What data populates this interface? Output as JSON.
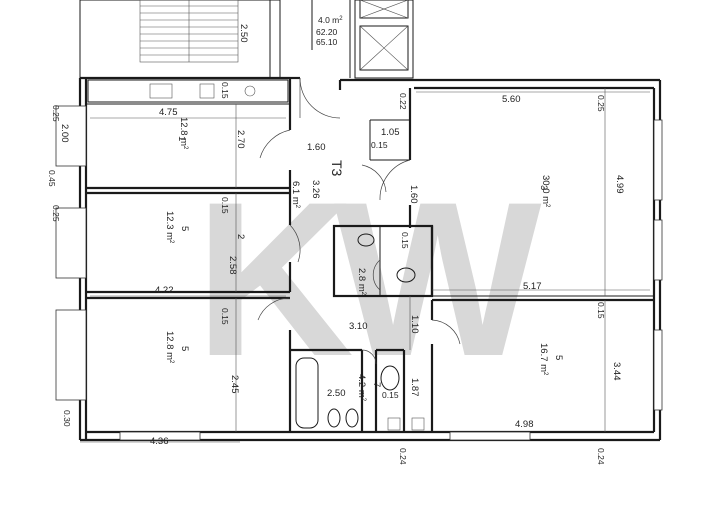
{
  "watermark": {
    "text": "KW",
    "registered": "®"
  },
  "rooms": [
    {
      "id": "room-1",
      "number": "1",
      "area": "12.8 m",
      "sup": "2"
    },
    {
      "id": "room-3",
      "number": "3",
      "area": "30.0 m",
      "sup": "2"
    },
    {
      "id": "room-5a",
      "number": "5",
      "area": "12.3 m",
      "sup": "2"
    },
    {
      "id": "room-5b",
      "number": "5",
      "area": "12.8 m",
      "sup": "2"
    },
    {
      "id": "room-5c",
      "number": "5",
      "area": "16.7 m",
      "sup": "2"
    },
    {
      "id": "room-7",
      "number": "7",
      "area": "4.2 m",
      "sup": "2"
    },
    {
      "id": "room-wc",
      "number": "",
      "area": "2.8 m",
      "sup": "2"
    },
    {
      "id": "room-hall",
      "number": "T3",
      "area": "6.1 m",
      "sup": "2"
    }
  ],
  "top_block": {
    "area": "4.0 m",
    "sup": "2",
    "values": [
      "62.20",
      "65.10"
    ]
  },
  "dimensions": {
    "d_2_50_top": "2.50",
    "d_0_15_a": "0.15",
    "d_4_75": "4.75",
    "d_0_25_left": "0.25",
    "d_2_00": "2.00",
    "d_0_45": "0.45",
    "d_0_25_left2": "0.25",
    "d_2_70": "2.70",
    "d_1_60_hall": "1.60",
    "d_3_26": "3.26",
    "d_0_15_b": "0.15",
    "d_2": "2",
    "d_2_58": "2.58",
    "d_4_22": "4.22",
    "d_0_15_c": "0.15",
    "d_3_10": "3.10",
    "d_2_45": "2.45",
    "d_0_30": "0.30",
    "d_4_36": "4.36",
    "d_0_22": "0.22",
    "d_5_60": "5.60",
    "d_0_25_top": "0.25",
    "d_1_05": "1.05",
    "d_0_15_d": "0.15",
    "d_1_60_v": "1.60",
    "d_4_99": "4.99",
    "d_0_15_wc": "0.15",
    "d_5_17": "5.17",
    "d_0_15_e": "0.15",
    "d_1_10": "1.10",
    "d_3_44": "3.44",
    "d_1_87": "1.87",
    "d_2_50_bath": "2.50",
    "d_0_15_f": "0.15",
    "d_4_98": "4.98",
    "d_0_24_a": "0.24",
    "d_0_24_b": "0.24"
  }
}
